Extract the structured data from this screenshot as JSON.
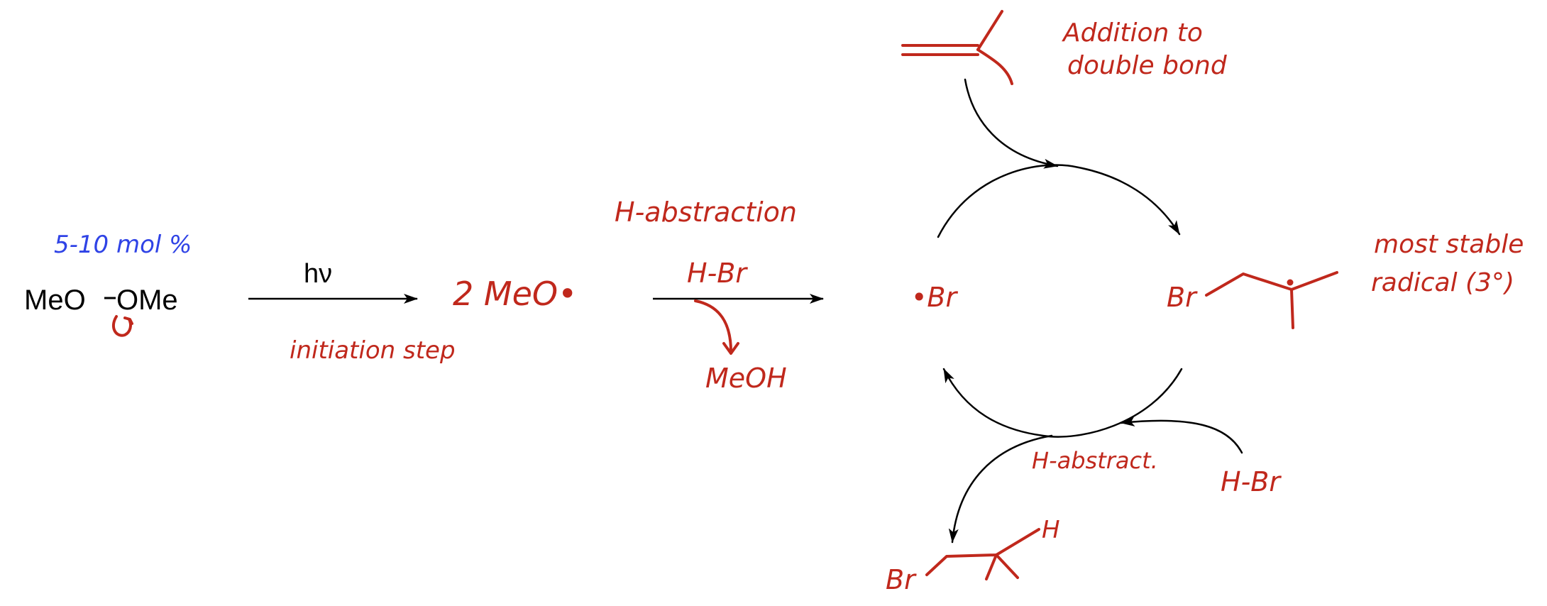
{
  "colors": {
    "ink_black": "#000000",
    "ink_red": "#c0281c",
    "ink_blue": "#2f43e6",
    "background": "#ffffff"
  },
  "initiation": {
    "loading": "5-10 mol %",
    "peroxide_left": "MeO",
    "peroxide_right": "OMe",
    "condition": "hν",
    "step_label": "initiation step",
    "product": "2 MeO•"
  },
  "h_abstraction": {
    "label": "H-abstraction",
    "reagent": "H-Br",
    "byproduct": "MeOH"
  },
  "cycle": {
    "bromine_radical": "•Br",
    "addition_label_line1": "Addition to",
    "addition_label_line2": "double bond",
    "intermediate_br": "Br",
    "stability_line1": "most stable",
    "stability_line2": "radical (3°)",
    "abstract_label": "H-abstract.",
    "reagent": "H-Br",
    "product_br": "Br",
    "product_h": "H"
  }
}
